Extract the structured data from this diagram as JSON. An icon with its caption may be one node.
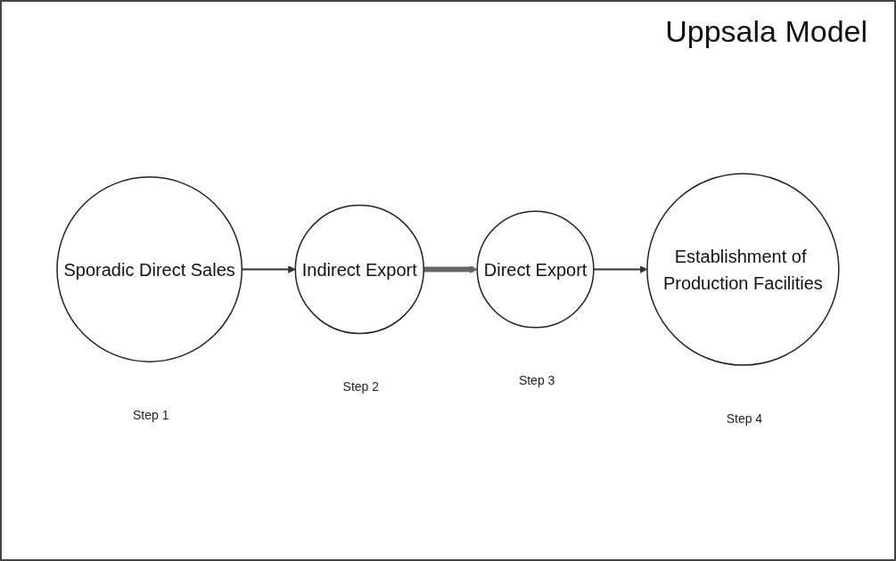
{
  "diagram": {
    "title": "Uppsala Model",
    "nodes": [
      {
        "text": [
          "Sporadic Direct Sales"
        ],
        "beside": [
          "Step 1"
        ]
      },
      {
        "text": [
          "Indirect Export"
        ],
        "beside": [
          "Step 2"
        ]
      },
      {
        "text": [
          "Direct Export"
        ],
        "beside": [
          "Step 3"
        ]
      },
      {
        "text": [
          "Establishment of Production Facilities"
        ],
        "beside": [
          "Step 4"
        ]
      }
    ],
    "edges": [
      {
        "from": 0,
        "to": 1,
        "arrow": "to"
      },
      {
        "from": 1,
        "to": 2,
        "arrow": "to",
        "style": "thick",
        "color": "#666666"
      },
      {
        "from": 2,
        "to": 3,
        "arrow": "to"
      }
    ]
  }
}
